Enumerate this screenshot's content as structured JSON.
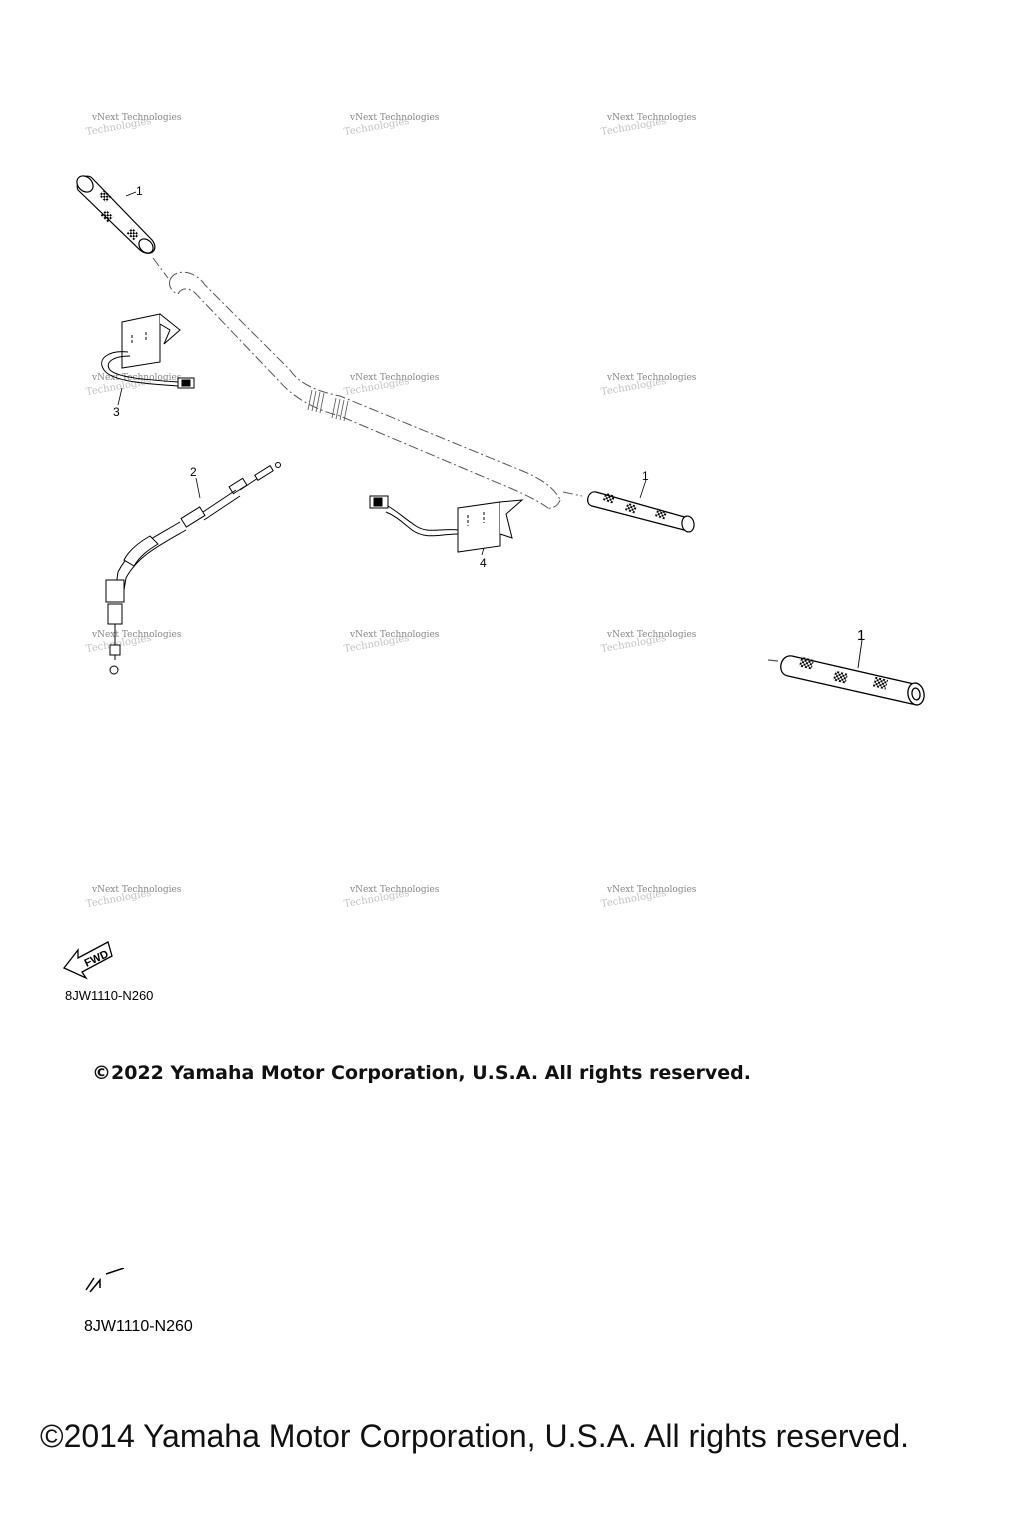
{
  "watermark": {
    "line1": "vNext Technologies",
    "line2": "Technologies"
  },
  "callouts": [
    {
      "id": "grip-top-left",
      "label": "1"
    },
    {
      "id": "throttle-cable",
      "label": "2"
    },
    {
      "id": "heater-left",
      "label": "3"
    },
    {
      "id": "heater-right",
      "label": "4"
    },
    {
      "id": "grip-right",
      "label": "1"
    },
    {
      "id": "grip-far-right",
      "label": "1"
    }
  ],
  "fwd_label": "FWD",
  "drawing_code": "8JW1110-N260",
  "copyright_top": "©2022 Yamaha Motor Corporation, U.S.A. All rights reserved.",
  "drawing_code_bottom": "8JW1110-N260",
  "copyright_bottom": "©2014 Yamaha Motor Corporation, U.S.A. All rights reserved."
}
